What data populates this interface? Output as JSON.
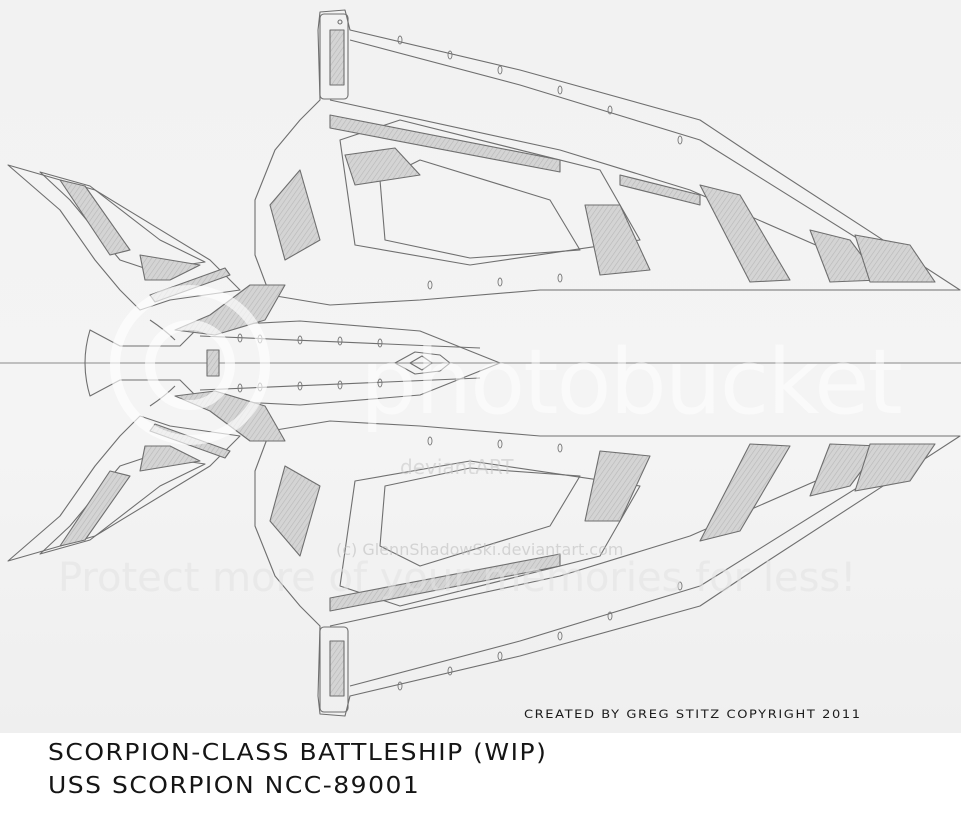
{
  "artwork": {
    "subject": "Starship pencil sketch, top-down view",
    "credit": "CREATED BY GREG STITZ COPYRIGHT 2011",
    "title_line1": "SCORPION-CLASS BATTLESHIP (WIP)",
    "title_line2": "USS SCORPION NCC-89001"
  },
  "watermarks": {
    "photobucket": "photobucket",
    "photobucket_tagline": "Protect more of your memories for less!",
    "deviantart_logo": "deviantART",
    "deviantart_url": "(c) GlennShadowSki.deviantart.com"
  },
  "colors": {
    "paper": "#f2f2f2",
    "pencil_line": "#6a6a6a",
    "pencil_shade": "#c9c9c9",
    "text": "#151515"
  }
}
